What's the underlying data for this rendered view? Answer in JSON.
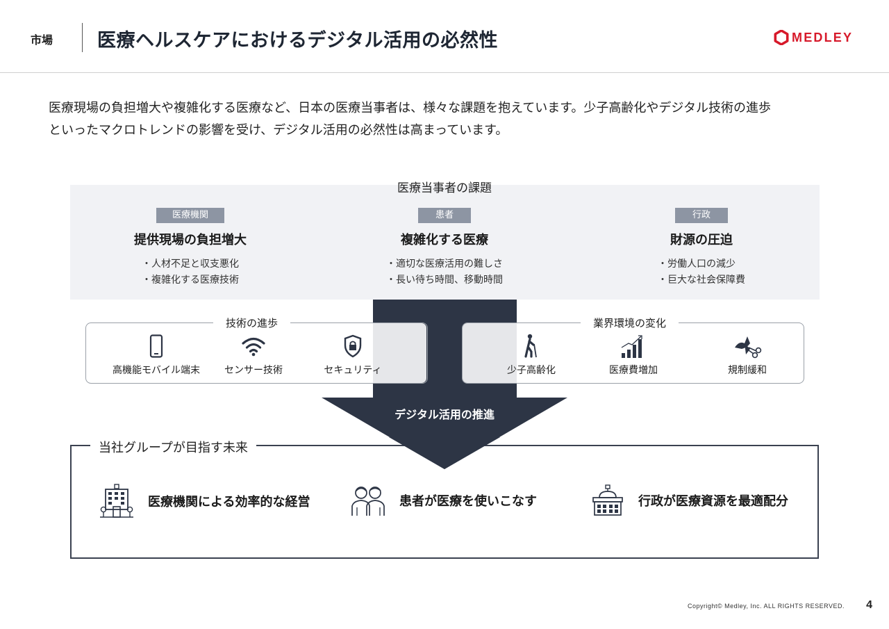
{
  "header": {
    "section": "市場",
    "title": "医療ヘルスケアにおけるデジタル活用の必然性",
    "logo_text": "MEDLEY"
  },
  "intro": {
    "line1": "医療現場の負担増大や複雑化する医療など、日本の医療当事者は、様々な課題を抱えています。少子高齢化やデジタル技術の進歩",
    "line2": "といったマクロトレンドの影響を受け、デジタル活用の必然性は高まっています。"
  },
  "challenges": {
    "heading": "医療当事者の課題",
    "columns": [
      {
        "tag": "医療機関",
        "title": "提供現場の負担増大",
        "points": [
          "・人材不足と収支悪化",
          "・複雑化する医療技術"
        ]
      },
      {
        "tag": "患者",
        "title": "複雑化する医療",
        "points": [
          "・適切な医療活用の難しさ",
          "・長い待ち時間、移動時間"
        ]
      },
      {
        "tag": "行政",
        "title": "財源の圧迫",
        "points": [
          "・労働人口の減少",
          "・巨大な社会保障費"
        ]
      }
    ]
  },
  "tech": {
    "label": "技術の進歩",
    "items": [
      {
        "label": "高機能モバイル端末",
        "icon": "smartphone-icon"
      },
      {
        "label": "センサー技術",
        "icon": "wifi-icon"
      },
      {
        "label": "セキュリティ",
        "icon": "shield-lock-icon"
      }
    ]
  },
  "industry": {
    "label": "業界環境の変化",
    "items": [
      {
        "label": "少子高齢化",
        "icon": "elderly-walker-icon"
      },
      {
        "label": "医療費増加",
        "icon": "rising-bar-chart-icon"
      },
      {
        "label": "規制緩和",
        "icon": "scissors-cutting-tape-icon"
      }
    ]
  },
  "arrow": {
    "label": "デジタル活用の推進",
    "color": "#2d3545"
  },
  "future": {
    "label": "当社グループが目指す未来",
    "goals": [
      {
        "text": "医療機関による効率的な経営",
        "icon": "hospital-building-icon"
      },
      {
        "text": "患者が医療を使いこなす",
        "icon": "patients-icon"
      },
      {
        "text": "行政が医療資源を最適配分",
        "icon": "government-building-icon"
      }
    ]
  },
  "footer": {
    "copyright": "Copyright© Medley, Inc. ALL RIGHTS RESERVED.",
    "page": "4"
  },
  "colors": {
    "brand": "#d7192a",
    "navy": "#2d3545",
    "panel": "#f1f2f5",
    "tag": "#8d95a3"
  }
}
